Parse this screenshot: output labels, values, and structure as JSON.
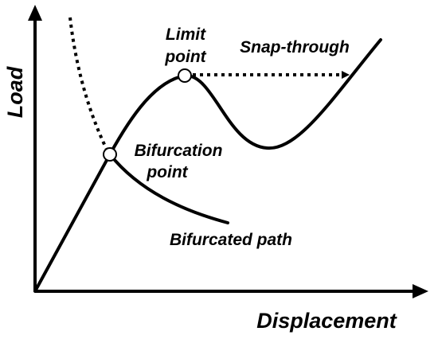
{
  "diagram": {
    "x_axis_label": "Displacement",
    "y_axis_label": "Load",
    "annotations": {
      "limit_point": [
        "Limit",
        "point"
      ],
      "snap_through": "Snap-through",
      "bifurcation_point": [
        "Bifurcation",
        "point"
      ],
      "bifurcated_path": "Bifurcated path"
    },
    "colors": {
      "line": "#000000",
      "background": "#ffffff",
      "marker_fill": "#ffffff"
    }
  }
}
